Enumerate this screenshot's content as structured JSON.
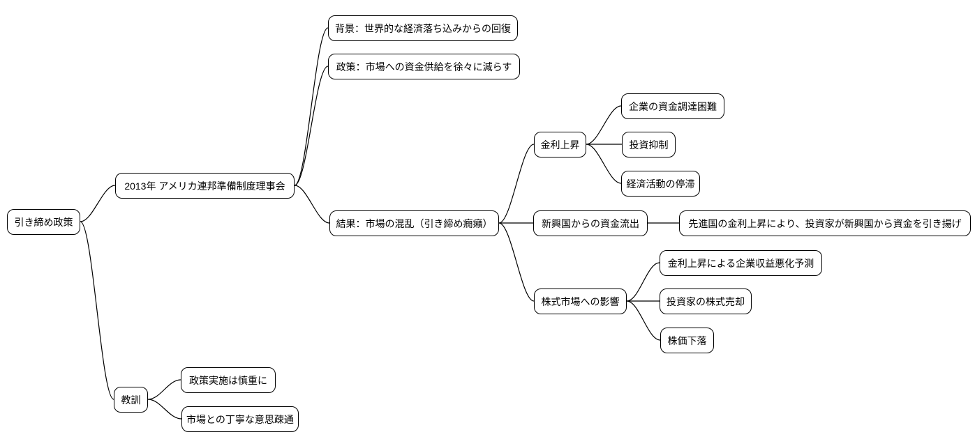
{
  "diagram": {
    "type": "mindmap",
    "title": "引き締め政策",
    "colors": {
      "background": "#ffffff",
      "node_fill": "#ffffff",
      "node_border": "#000000",
      "edge_line": "#000000",
      "text": "#000000"
    },
    "nodes": [
      {
        "id": "root",
        "level": 0,
        "label": "引き締め政策"
      },
      {
        "id": "fed2013",
        "level": 1,
        "label": "2013年 アメリカ連邦準備制度理事会"
      },
      {
        "id": "background",
        "level": 2,
        "label": "背景：世界的な経済落ち込みからの回復"
      },
      {
        "id": "policy",
        "level": 2,
        "label": "政策：市場への資金供給を徐々に減らす"
      },
      {
        "id": "result",
        "level": 2,
        "label": "結果：市場の混乱（引き締め癇癪）"
      },
      {
        "id": "rates",
        "level": 3,
        "label": "金利上昇"
      },
      {
        "id": "funding",
        "level": 4,
        "label": "企業の資金調達困難"
      },
      {
        "id": "invest",
        "level": 4,
        "label": "投資抑制"
      },
      {
        "id": "stagnation",
        "level": 4,
        "label": "経済活動の停滞"
      },
      {
        "id": "outflow",
        "level": 3,
        "label": "新興国からの資金流出"
      },
      {
        "id": "withdraw",
        "level": 4,
        "label": "先進国の金利上昇により、投資家が新興国から資金を引き揚げ"
      },
      {
        "id": "stockmkt",
        "level": 3,
        "label": "株式市場への影響"
      },
      {
        "id": "forecast",
        "level": 4,
        "label": "金利上昇による企業収益悪化予測"
      },
      {
        "id": "selling",
        "level": 4,
        "label": "投資家の株式売却"
      },
      {
        "id": "pricefall",
        "level": 4,
        "label": "株価下落"
      },
      {
        "id": "lessons",
        "level": 1,
        "label": "教訓"
      },
      {
        "id": "caution",
        "level": 2,
        "label": "政策実施は慎重に"
      },
      {
        "id": "dialogue",
        "level": 2,
        "label": "市場との丁寧な意思疎通"
      }
    ],
    "edges": [
      [
        "root",
        "fed2013"
      ],
      [
        "root",
        "lessons"
      ],
      [
        "fed2013",
        "background"
      ],
      [
        "fed2013",
        "policy"
      ],
      [
        "fed2013",
        "result"
      ],
      [
        "result",
        "rates"
      ],
      [
        "result",
        "outflow"
      ],
      [
        "result",
        "stockmkt"
      ],
      [
        "rates",
        "funding"
      ],
      [
        "rates",
        "invest"
      ],
      [
        "rates",
        "stagnation"
      ],
      [
        "outflow",
        "withdraw"
      ],
      [
        "stockmkt",
        "forecast"
      ],
      [
        "stockmkt",
        "selling"
      ],
      [
        "stockmkt",
        "pricefall"
      ],
      [
        "lessons",
        "caution"
      ],
      [
        "lessons",
        "dialogue"
      ]
    ]
  }
}
